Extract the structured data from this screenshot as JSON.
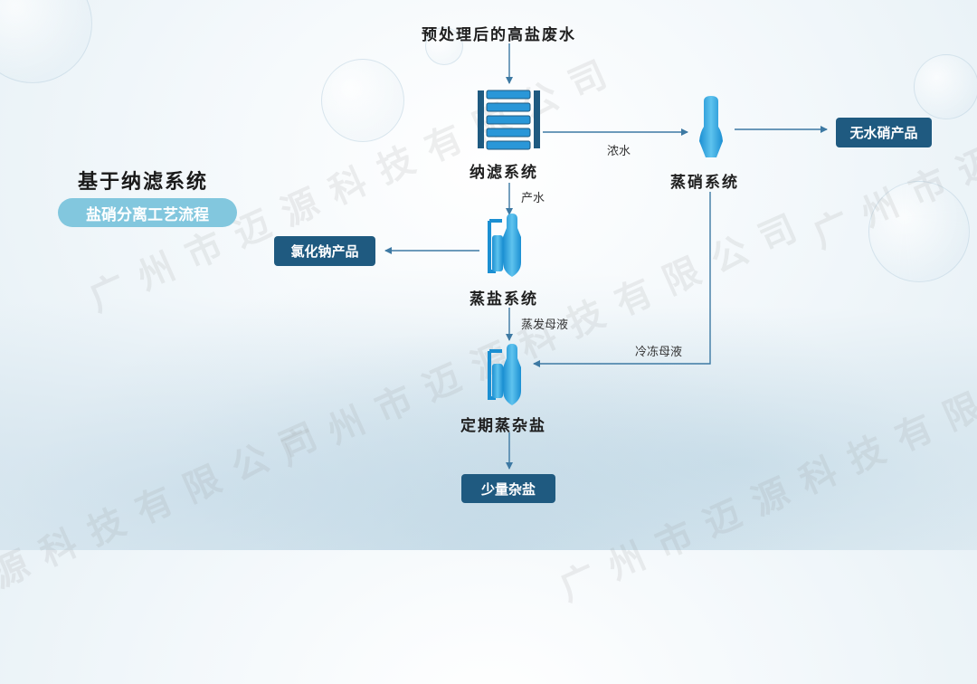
{
  "diagram": {
    "title": "基于纳滤系统",
    "subtitle": "盐硝分离工艺流程",
    "nodes": {
      "source": "预处理后的高盐废水",
      "nanofiltration": "纳滤系统",
      "nitrate_evap": "蒸硝系统",
      "salt_evap": "蒸盐系统",
      "periodic": "定期蒸杂盐"
    },
    "products": {
      "anhydrous": "无水硝产品",
      "nacl": "氯化钠产品",
      "mixed_salt": "少量杂盐"
    },
    "edges": {
      "concentrate": "浓水",
      "permeate": "产水",
      "salt_mother": "蒸发母液",
      "freeze_mother": "冷冻母液"
    },
    "watermark": "广州市迈源科技有限公司"
  },
  "colors": {
    "product_box": "#1f5a80",
    "subtitle_pill": "#82c7de",
    "arrow": "#3d79a3"
  }
}
